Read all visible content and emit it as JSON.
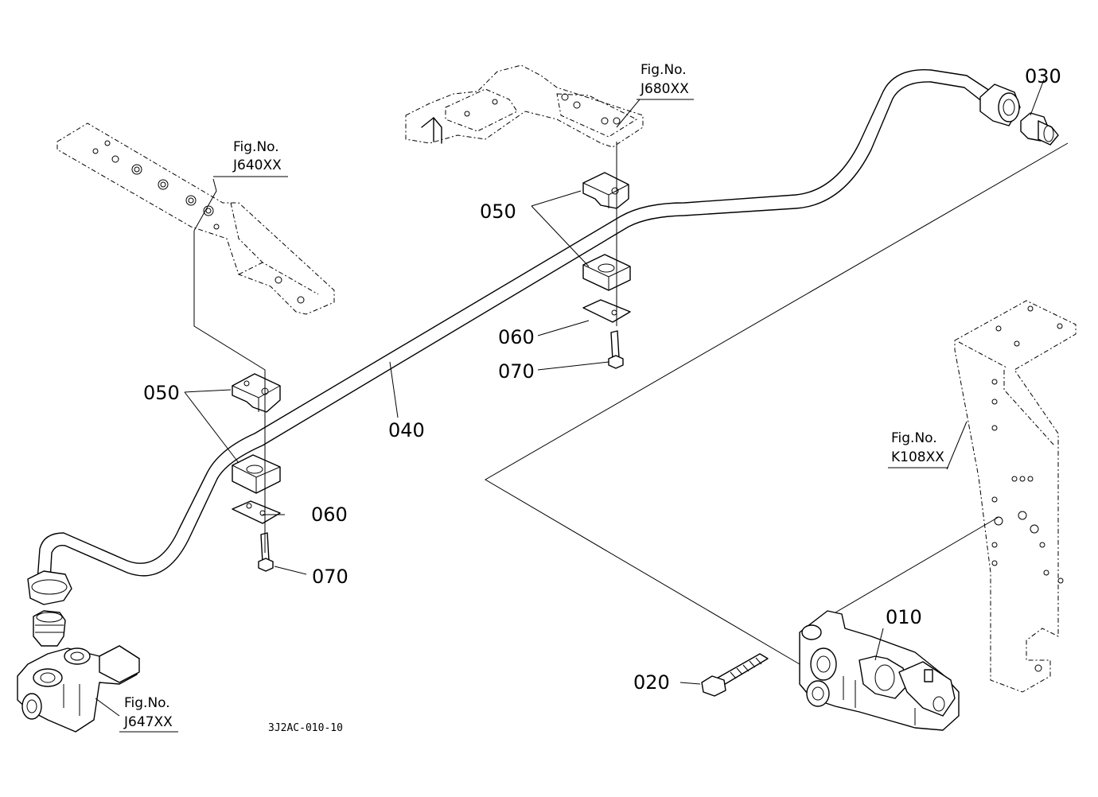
{
  "labels": {
    "p010": "010",
    "p020": "020",
    "p030": "030",
    "p040": "040",
    "p050_left": "050",
    "p050_right": "050",
    "p060_left": "060",
    "p060_right": "060",
    "p070_left": "070",
    "p070_right": "070"
  },
  "figure_refs": {
    "j640": {
      "title": "Fig.No.",
      "code": "J640XX"
    },
    "j680": {
      "title": "Fig.No.",
      "code": "J680XX"
    },
    "j647": {
      "title": "Fig.No.",
      "code": "J647XX"
    },
    "k108": {
      "title": "Fig.No.",
      "code": "K108XX"
    }
  },
  "drawing_code": "3J2AC-010-10",
  "colors": {
    "line": "#000000",
    "background": "#ffffff"
  }
}
